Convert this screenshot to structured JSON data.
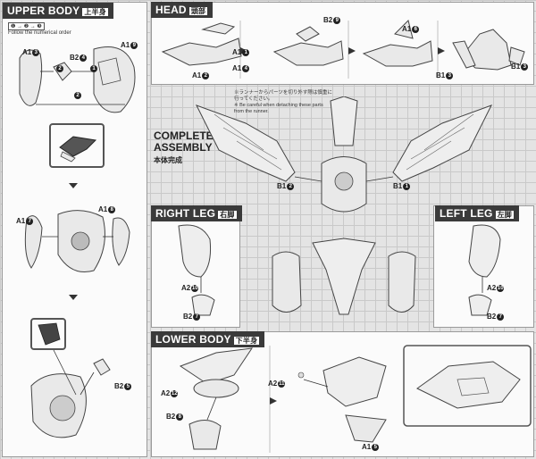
{
  "sections": {
    "upper_body": {
      "title": "UPPER BODY",
      "jp": "上半身"
    },
    "head": {
      "title": "HEAD",
      "jp": "頭部"
    },
    "complete": {
      "title_line1": "COMPLETE",
      "title_line2": "ASSEMBLY",
      "jp": "本体完成"
    },
    "right_leg": {
      "title": "RIGHT LEG",
      "jp": "右脚"
    },
    "left_leg": {
      "title": "LEFT LEG",
      "jp": "左脚"
    },
    "lower_body": {
      "title": "LOWER BODY",
      "jp": "下半身"
    }
  },
  "order_note": {
    "steps": "❶ → ❷ → ❸",
    "text": "Follow the numerical order"
  },
  "runner_note": {
    "jp": "※ランナーからパーツを切り外す際は慎重に行ってください。",
    "en": "※ Be careful when detaching these parts from the runner."
  },
  "labels": {
    "ub_a13": "A1",
    "ub_a13n": "3",
    "ub_a19": "A1",
    "ub_a19n": "9",
    "ub_b24": "B2",
    "ub_b24n": "4",
    "ub_s1": "1",
    "ub_s2a": "2",
    "ub_s2b": "2",
    "ub_a17": "A1",
    "ub_a17n": "7",
    "ub_a18": "A1",
    "ub_a18n": "8",
    "ub_b25": "B2",
    "ub_b25n": "5",
    "hd_a11": "A1",
    "hd_a11n": "1",
    "hd_a14": "A1",
    "hd_a14n": "4",
    "hd_a12": "A1",
    "hd_a12n": "2",
    "hd_b29": "B2",
    "hd_b29n": "9",
    "hd_a16": "A1",
    "hd_a16n": "6",
    "hd_b13a": "B1",
    "hd_b13an": "3",
    "hd_b13b": "B1",
    "hd_b13bn": "3",
    "ca_b12": "B1",
    "ca_b12n": "2",
    "ca_b11": "B1",
    "ca_b11n": "1",
    "rl_a210": "A2",
    "rl_a210n": "10",
    "rl_b27": "B2",
    "rl_b27n": "7",
    "ll_a210": "A2",
    "ll_a210n": "10",
    "ll_b27": "B2",
    "ll_b27n": "7",
    "lb_a212": "A2",
    "lb_a212n": "12",
    "lb_b28": "B2",
    "lb_b28n": "8",
    "lb_a211": "A2",
    "lb_a211n": "11",
    "lb_a15": "A1",
    "lb_a15n": "5"
  },
  "colors": {
    "title_bg": "#3a3a3a",
    "line": "#333333",
    "part_fill": "#e9e9e9",
    "part_stroke": "#444444"
  }
}
